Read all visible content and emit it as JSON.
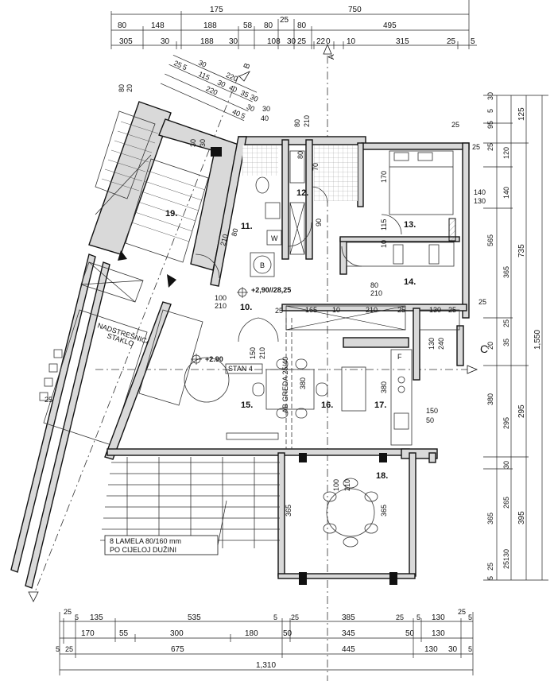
{
  "top_dims": {
    "row1": [
      "175",
      "750"
    ],
    "row2": [
      "25"
    ],
    "row3": [
      "80",
      "148",
      "188",
      "58",
      "80",
      "80",
      "495"
    ],
    "row4": [
      "305",
      "30",
      "188",
      "30",
      "108",
      "30",
      "25",
      "22",
      "0",
      "10",
      "315",
      "25",
      "5"
    ]
  },
  "diag_dims": [
    "30",
    "220",
    "25",
    "5",
    "115",
    "30",
    "40",
    "35",
    "30",
    "220",
    "30",
    "40",
    "5",
    "40",
    "30"
  ],
  "right_dims": {
    "inner": [
      "30",
      "5",
      "95",
      "25",
      "120",
      "140",
      "565",
      "365",
      "25",
      "20",
      "35",
      "380",
      "295",
      "30",
      "265",
      "365",
      "25",
      "130",
      "5",
      "25"
    ],
    "middle": [
      "125",
      "735",
      "295",
      "395"
    ],
    "outer": [
      "1,550"
    ]
  },
  "bottom_dims": {
    "row1": [
      "25",
      "5",
      "135",
      "535",
      "5",
      "25",
      "385",
      "25",
      "5",
      "130",
      "25",
      "5"
    ],
    "row2": [
      "170",
      "55",
      "300",
      "180",
      "50",
      "345",
      "50",
      "130"
    ],
    "row3": [
      "5",
      "25",
      "675",
      "445",
      "130",
      "30",
      "5"
    ],
    "total": "1,310"
  },
  "rooms": [
    "10.",
    "11.",
    "12.",
    "13.",
    "14.",
    "15.",
    "16.",
    "17.",
    "18.",
    "19."
  ],
  "labels": {
    "axis_a": "A",
    "axis_b": "B",
    "axis_c": "C",
    "elev1": "+2,90//28,25",
    "elev2": "+2.90",
    "stan": "STAN 4",
    "nadstresnica1": "NADSTREŠNICA -",
    "nadstresnica2": "STAKLO",
    "ab_greda": "AB GREDA 25/40",
    "lamela1": "8 LAMELA 80/160 mm",
    "lamela2": "PO CIJELOJ DUŽINI",
    "wc_w": "W",
    "wc_b": "B",
    "f": "F"
  },
  "inner_dims": [
    "210",
    "80",
    "100",
    "210",
    "150",
    "210",
    "80",
    "210",
    "165",
    "10",
    "210",
    "25",
    "130",
    "25",
    "130",
    "240",
    "170",
    "140",
    "130",
    "115",
    "10",
    "380",
    "380",
    "150",
    "50",
    "365",
    "365",
    "100",
    "210",
    "80",
    "210",
    "70",
    "90",
    "80",
    "80",
    "210",
    "10",
    "165",
    "10",
    "210"
  ]
}
